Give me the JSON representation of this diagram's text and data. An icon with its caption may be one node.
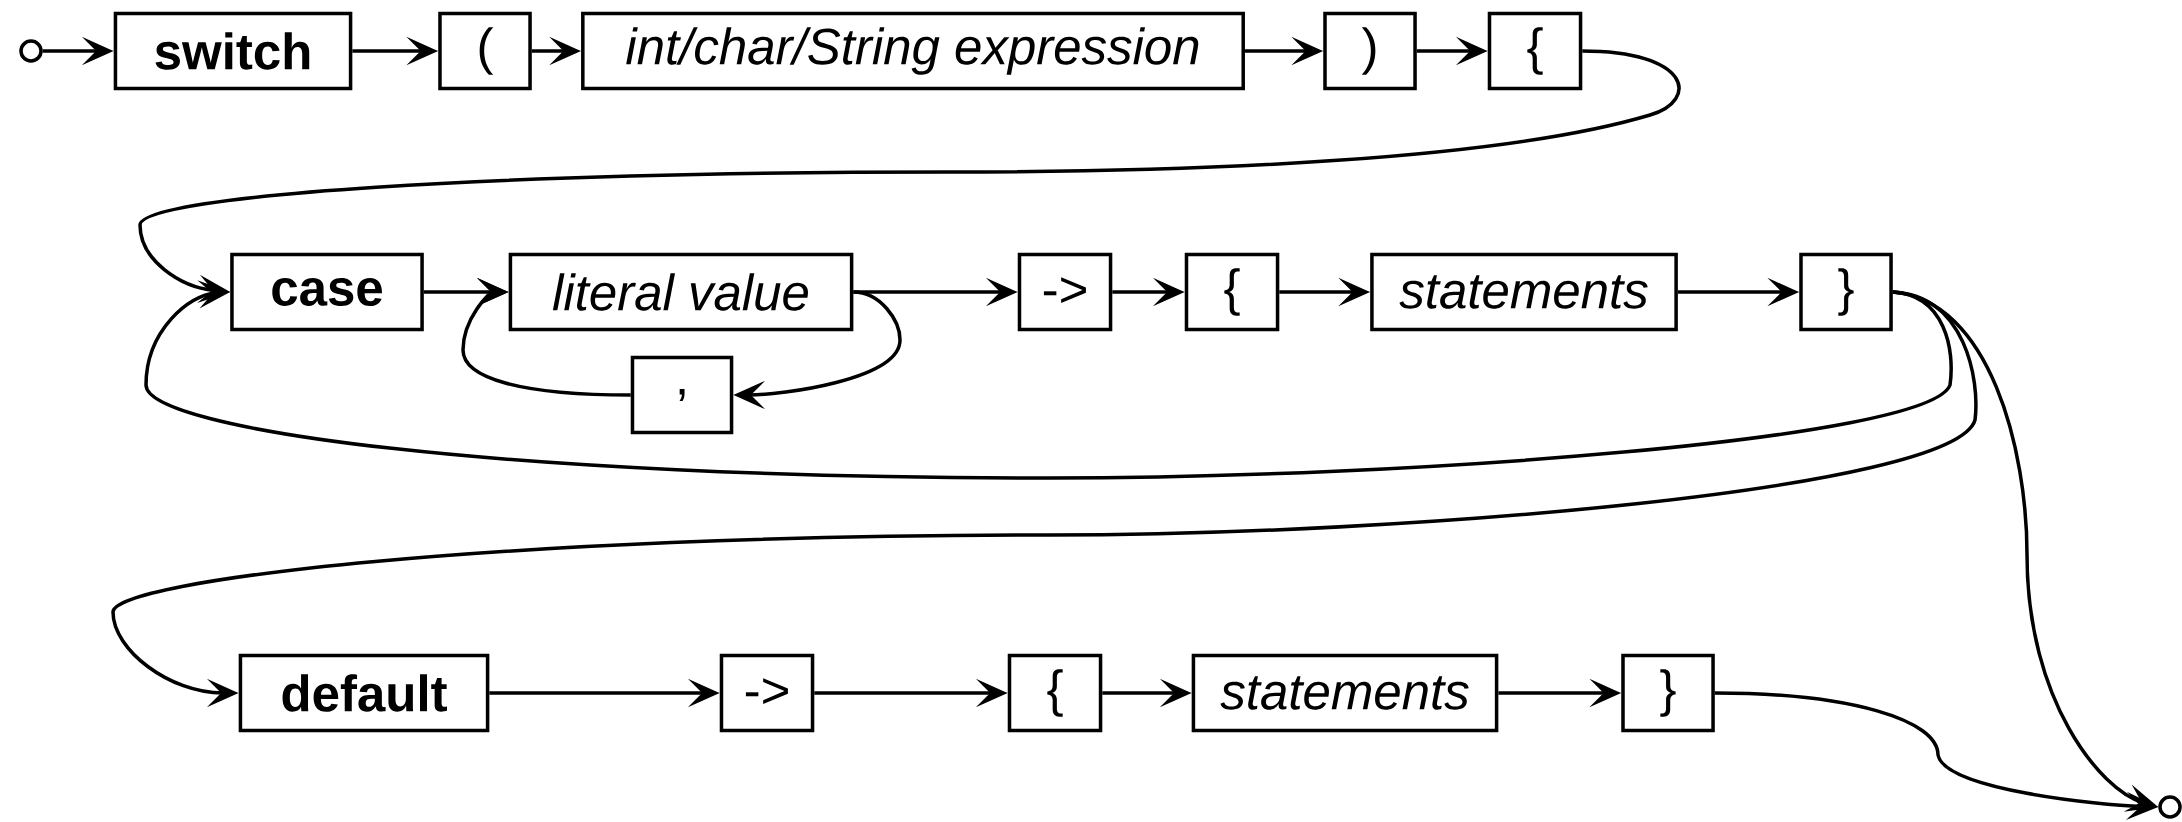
{
  "diagram": {
    "nodes": [
      {
        "text": [],
        "shape": "circle"
      },
      {
        "text": [
          "switch"
        ]
      },
      {
        "text": [
          "("
        ]
      },
      {
        "text": [
          "int/char/String expression"
        ]
      },
      {
        "text": [
          ")"
        ]
      },
      {
        "text": [
          "{"
        ]
      },
      {
        "text": [
          "case"
        ]
      },
      {
        "text": [
          "literal value"
        ]
      },
      {
        "text": [
          ","
        ]
      },
      {
        "text": [
          "->"
        ]
      },
      {
        "text": [
          "{"
        ]
      },
      {
        "text": [
          "statements"
        ]
      },
      {
        "text": [
          "}"
        ]
      },
      {
        "text": [
          "default"
        ]
      },
      {
        "text": [
          "->"
        ]
      },
      {
        "text": [
          "{"
        ]
      },
      {
        "text": [
          "statements"
        ]
      },
      {
        "text": [
          "}"
        ]
      },
      {
        "text": [],
        "shape": "circle"
      }
    ],
    "edges": [
      {
        "from": 0,
        "to": 1,
        "arrow": "to"
      },
      {
        "from": 1,
        "to": 2,
        "arrow": "to"
      },
      {
        "from": 2,
        "to": 3,
        "arrow": "to"
      },
      {
        "from": 3,
        "to": 4,
        "arrow": "to"
      },
      {
        "from": 4,
        "to": 5,
        "arrow": "to"
      },
      {
        "from": 5,
        "to": 6,
        "arrow": "to"
      },
      {
        "from": 6,
        "to": 7,
        "arrow": "to"
      },
      {
        "from": 7,
        "to": 8,
        "arrow": "to"
      },
      {
        "from": 8,
        "to": 7,
        "arrow": "to"
      },
      {
        "from": 7,
        "to": 9,
        "arrow": "to"
      },
      {
        "from": 9,
        "to": 10,
        "arrow": "to"
      },
      {
        "from": 10,
        "to": 11,
        "arrow": "to"
      },
      {
        "from": 11,
        "to": 12,
        "arrow": "to"
      },
      {
        "from": 12,
        "to": 6,
        "arrow": "to"
      },
      {
        "from": 12,
        "to": 13,
        "arrow": "to"
      },
      {
        "from": 12,
        "to": 18,
        "arrow": "to"
      },
      {
        "from": 13,
        "to": 14,
        "arrow": "to"
      },
      {
        "from": 14,
        "to": 15,
        "arrow": "to"
      },
      {
        "from": 15,
        "to": 16,
        "arrow": "to"
      },
      {
        "from": 16,
        "to": 17,
        "arrow": "to"
      },
      {
        "from": 17,
        "to": 18,
        "arrow": "to"
      }
    ]
  }
}
